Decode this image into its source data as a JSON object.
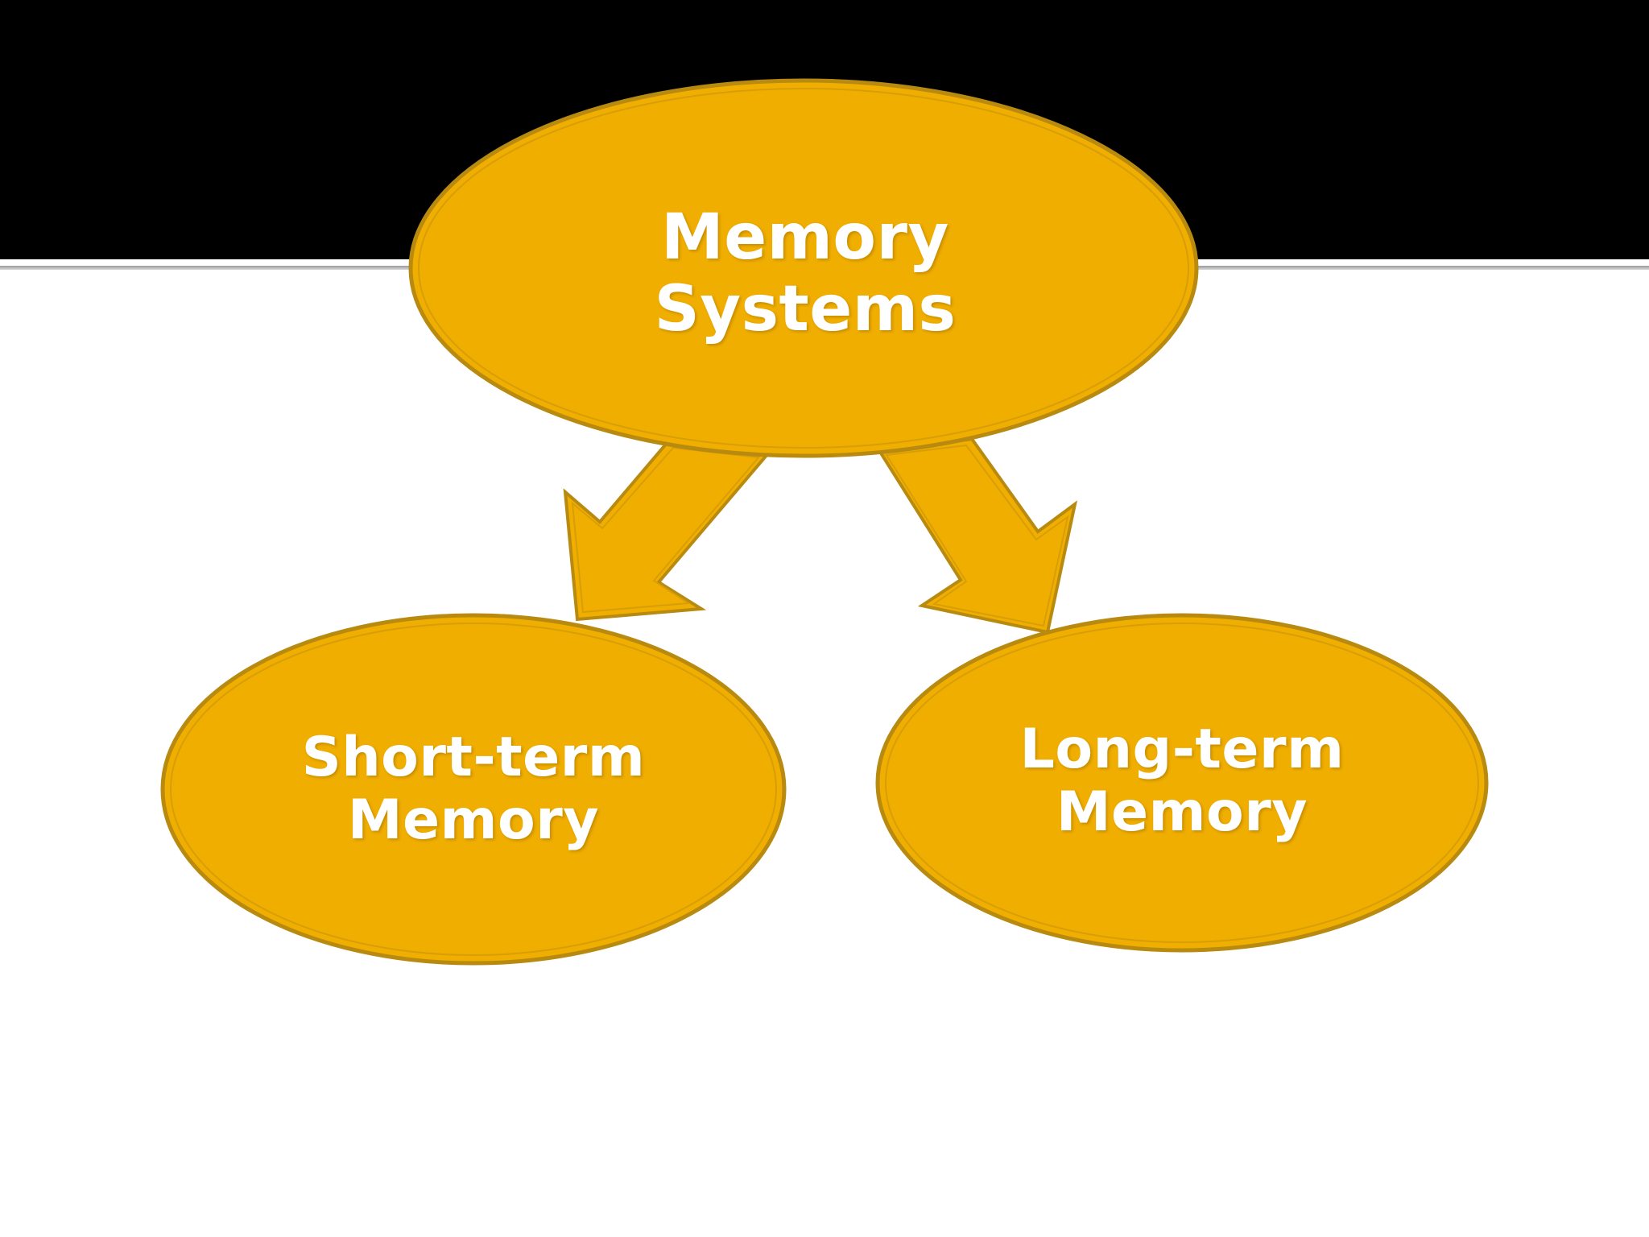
{
  "slide": {
    "colors": {
      "band": "#000000",
      "node_fill": "#F0AE00",
      "node_stroke": "#B88A10",
      "text": "#FFFFFF"
    }
  },
  "diagram": {
    "root": {
      "line1": "Memory",
      "line2": "Systems"
    },
    "children": [
      {
        "line1": "Short-term",
        "line2": "Memory"
      },
      {
        "line1": "Long-term",
        "line2": "Memory"
      }
    ]
  }
}
